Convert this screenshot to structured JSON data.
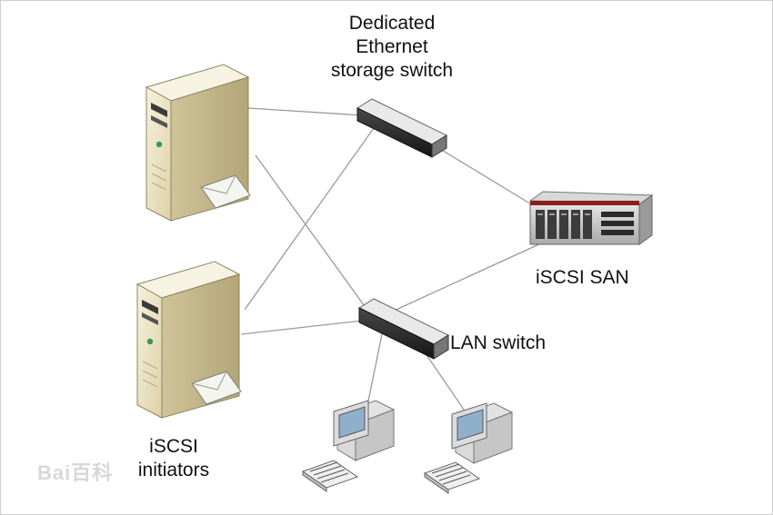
{
  "labels": {
    "storage_switch": [
      "Dedicated",
      "Ethernet",
      "storage switch"
    ],
    "san": "iSCSI SAN",
    "lan_switch": "LAN switch",
    "initiators": [
      "iSCSI",
      "initiators"
    ]
  },
  "watermark": "Bai百科",
  "colors": {
    "line": "#9a9a9a",
    "server_front": "#efe7c8",
    "server_side": "#c9bd90",
    "switch_dark": "#2b2b2b",
    "monitor_screen": "#8fb0c8"
  }
}
